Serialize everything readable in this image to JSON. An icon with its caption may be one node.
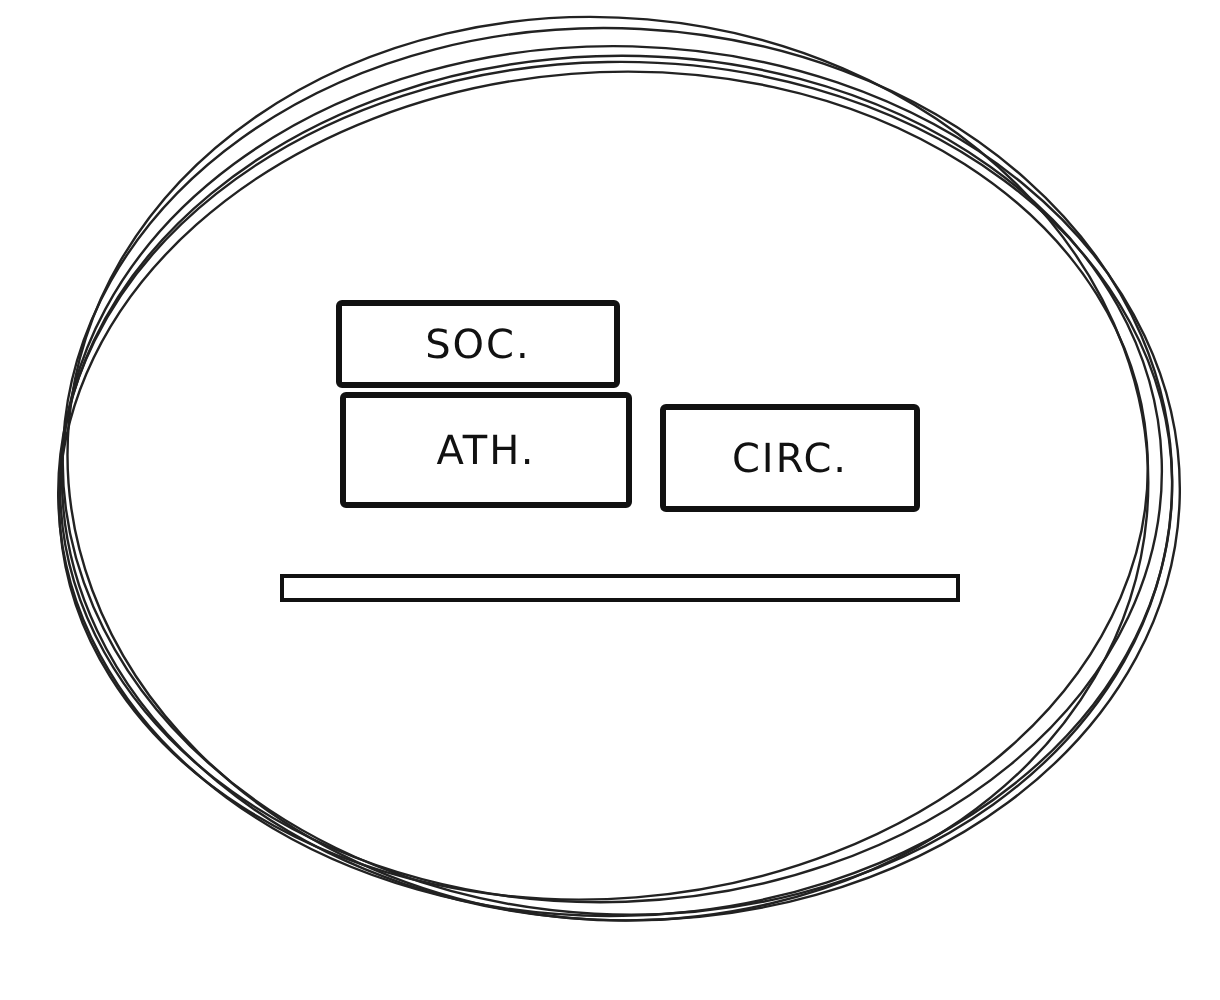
{
  "diagram": {
    "nodes": [
      {
        "text": [],
        "shape": "circle"
      },
      {
        "text": [
          "SOC."
        ],
        "in": 0
      },
      {
        "text": [
          "ATH."
        ],
        "in": 0
      },
      {
        "text": [
          "CIRC."
        ],
        "in": 0
      },
      {
        "text": [],
        "shape": "bar",
        "in": 0
      }
    ]
  }
}
